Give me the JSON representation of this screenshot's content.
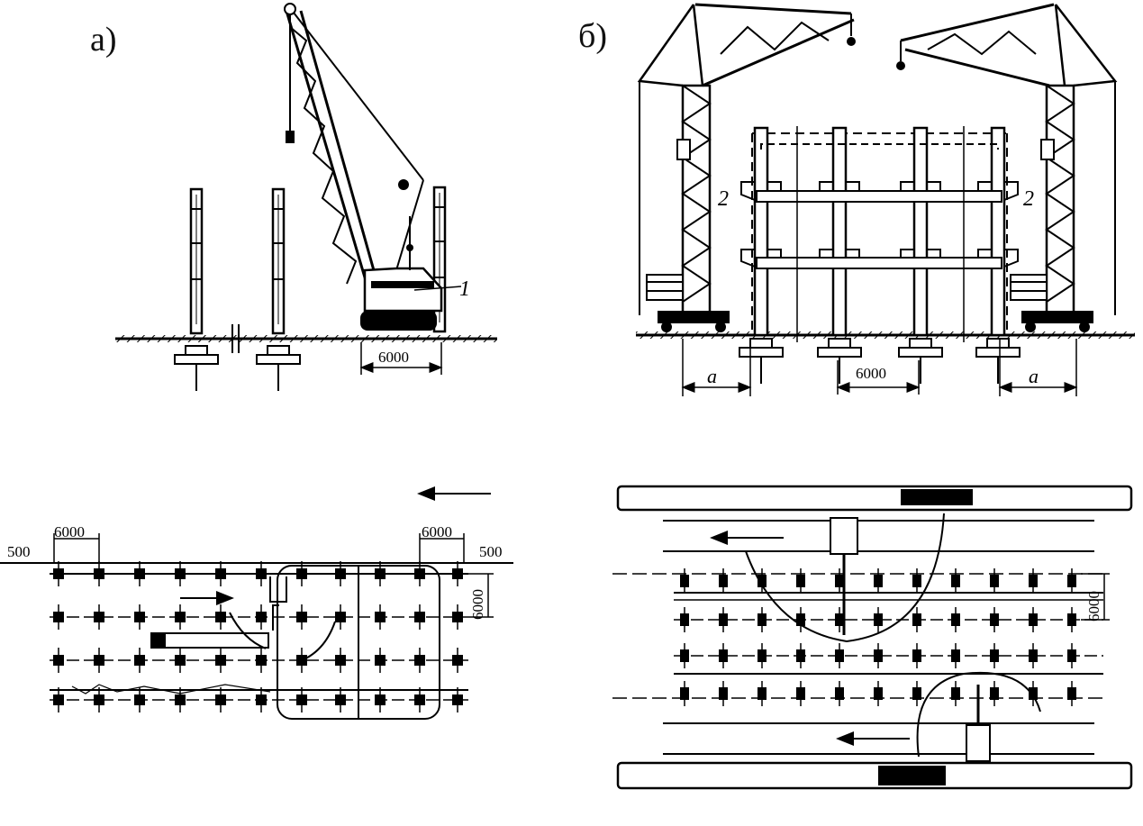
{
  "panels": {
    "a": {
      "label": "а)"
    },
    "b": {
      "label": "б)"
    }
  },
  "annotations": {
    "crane_1": "1",
    "crane_2_left": "2",
    "crane_2_right": "2",
    "dim_a_elevation": "6000",
    "dim_b_elevation": "6000",
    "dim_b_offset_left": "a",
    "dim_b_offset_right": "a",
    "plan_a_left_span": "6000",
    "plan_a_right_span": "6000",
    "plan_a_left_offset": "500",
    "plan_a_right_offset": "500",
    "plan_a_row_pitch": "6000",
    "plan_b_row_pitch": "6000"
  }
}
